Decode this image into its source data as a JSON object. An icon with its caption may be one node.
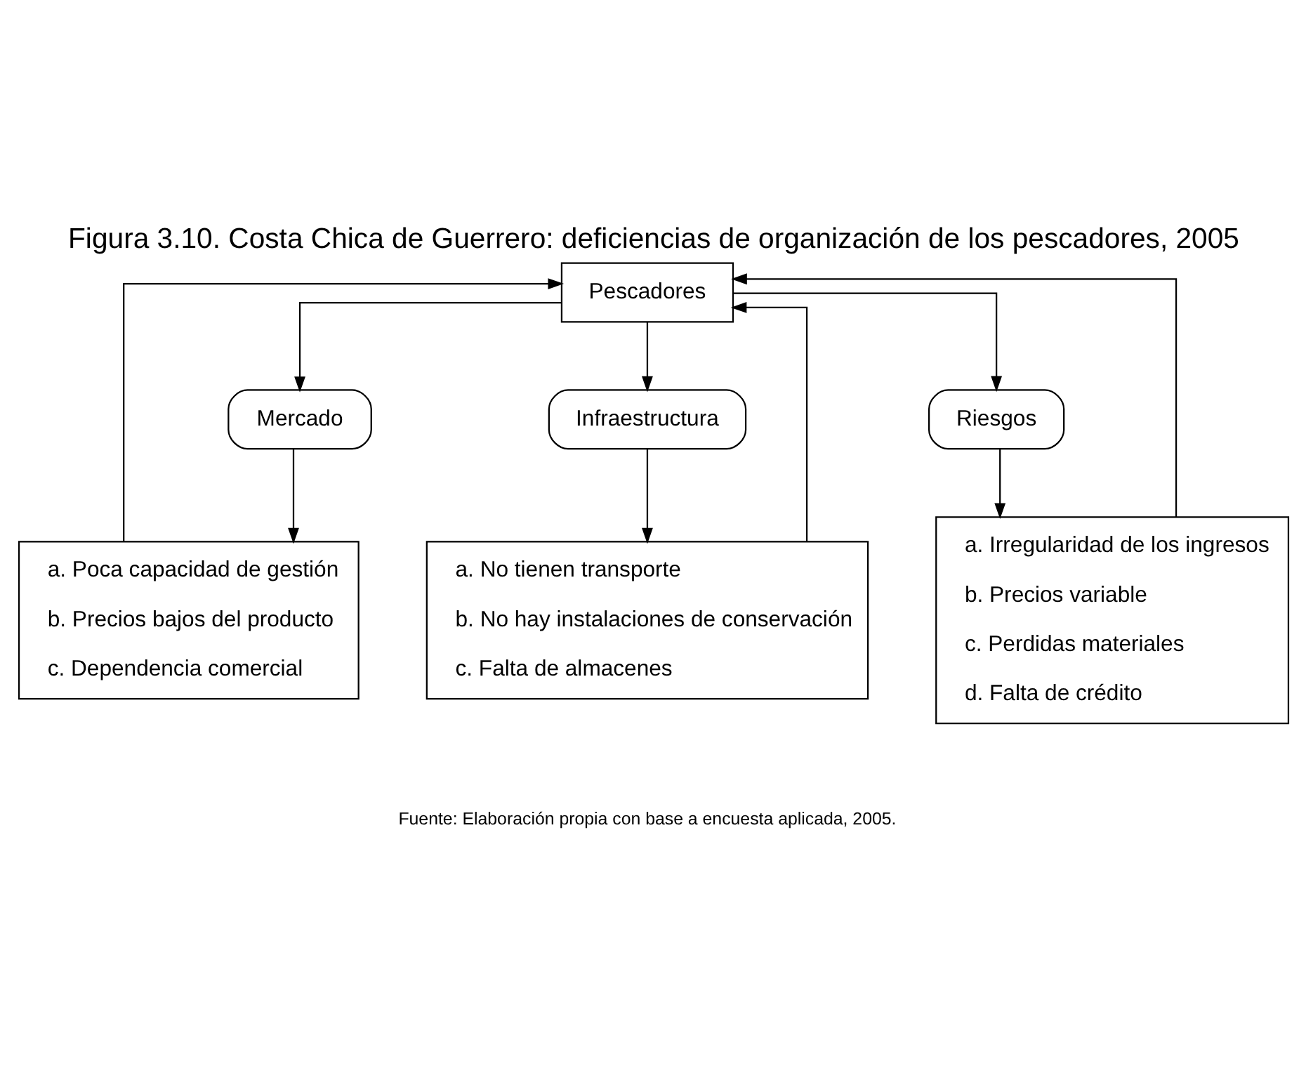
{
  "diagram": {
    "title": "Figura 3.10. Costa Chica de Guerrero: deficiencias de organización de los pescadores, 2005",
    "caption": "Fuente: Elaboración propia con base a encuesta aplicada, 2005.",
    "nodes": [
      {
        "text": [
          "Pescadores"
        ]
      },
      {
        "text": [
          "Mercado"
        ]
      },
      {
        "text": [
          "Infraestructura"
        ]
      },
      {
        "text": [
          "Riesgos"
        ]
      },
      {
        "text": [
          "a. Poca capacidad de gestión",
          "b. Precios bajos del producto",
          "c. Dependencia comercial"
        ]
      },
      {
        "text": [
          "a. No tienen transporte",
          "b. No hay instalaciones de conservación",
          "c. Falta de almacenes"
        ]
      },
      {
        "text": [
          "a. Irregularidad de los ingresos",
          "b. Precios variable",
          "c. Perdidas materiales",
          "d. Falta de crédito"
        ]
      }
    ],
    "edges": [
      {
        "from": 0,
        "to": 1,
        "arrow": "to"
      },
      {
        "from": 0,
        "to": 2,
        "arrow": "to"
      },
      {
        "from": 0,
        "to": 3,
        "arrow": "to"
      },
      {
        "from": 1,
        "to": 4,
        "arrow": "to"
      },
      {
        "from": 2,
        "to": 5,
        "arrow": "to"
      },
      {
        "from": 3,
        "to": 6,
        "arrow": "to"
      },
      {
        "from": 4,
        "to": 0,
        "arrow": "to"
      },
      {
        "from": 5,
        "to": 0,
        "arrow": "to"
      },
      {
        "from": 6,
        "to": 0,
        "arrow": "to"
      }
    ]
  }
}
